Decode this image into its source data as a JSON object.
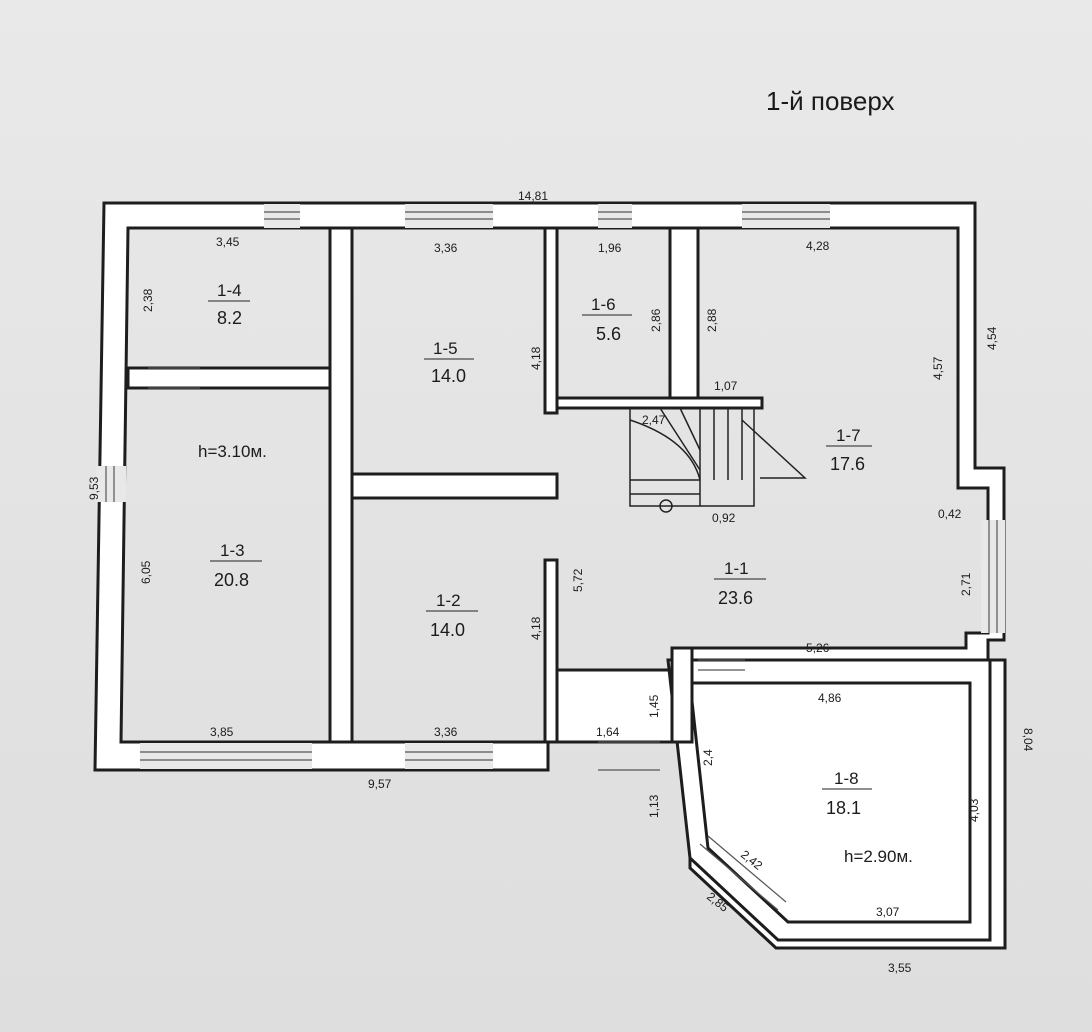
{
  "floor_title": "1-й поверх",
  "rooms": [
    {
      "id": "1-4",
      "area": "8.2"
    },
    {
      "id": "1-5",
      "area": "14.0"
    },
    {
      "id": "1-6",
      "area": "5.6"
    },
    {
      "id": "1-7",
      "area": "17.6"
    },
    {
      "id": "1-3",
      "area": "20.8"
    },
    {
      "id": "1-2",
      "area": "14.0"
    },
    {
      "id": "1-1",
      "area": "23.6"
    },
    {
      "id": "1-8",
      "area": "18.1"
    }
  ],
  "heights": {
    "left": "h=3.10м.",
    "right": "h=2.90м."
  },
  "dims": {
    "top_total": "14,81",
    "r14_width": "3,45",
    "r14_height": "2,38",
    "r15_width": "3,36",
    "r15_height": "4,18",
    "r16_width": "1,96",
    "r16_height": "2,86",
    "r17_left": "2,88",
    "r17_width": "4,28",
    "r17_height": "4,57",
    "right_outer_top": "4,54",
    "stair_top": "1,07",
    "stair_diag": "2,47",
    "stair_bottom": "0,92",
    "r17_step": "0,42",
    "r11_right": "2,71",
    "left_total": "9,53",
    "r13_height": "6,05",
    "r13_width": "3,85",
    "r12_height": "4,18",
    "r12_width": "3,36",
    "r11_height": "5,72",
    "bottom_total": "9,57",
    "r11_bottom": "5,26",
    "r18_top": "4,86",
    "r18_right": "4,03",
    "r18_left": "2,4",
    "r18_bottom": "3,07",
    "right_total": "8,04",
    "step_1_45": "1,45",
    "door_1_64": "1,64",
    "step_1_13": "1,13",
    "bay_2_42": "2,42",
    "bay_2_85": "2,85",
    "outer_3_55": "3,55"
  }
}
